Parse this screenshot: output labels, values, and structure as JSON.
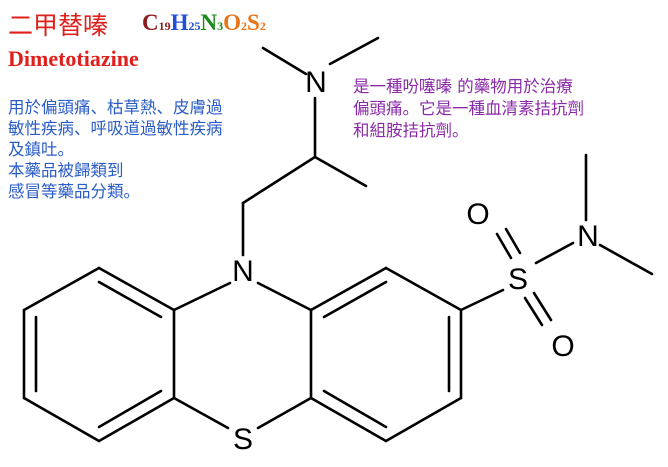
{
  "name_cn": "二甲替嗪",
  "name_en": "Dimetotiazine",
  "formula": [
    {
      "el": "C",
      "n": "19",
      "color": "#8b1a1a"
    },
    {
      "el": "H",
      "n": "25",
      "color": "#1f4fd6"
    },
    {
      "el": "N",
      "n": "3",
      "color": "#1d8a1d"
    },
    {
      "el": "O",
      "n": "2",
      "color": "#e8751a"
    },
    {
      "el": "S",
      "n": "2",
      "color": "#e8751a"
    }
  ],
  "desc_blue_lines": [
    "用於偏頭痛、枯草熱、皮膚過",
    "敏性疾病、呼吸道過敏性疾病",
    "及鎮吐。",
    "本藥品被歸類到",
    "感冒等藥品分類。"
  ],
  "desc_purple_lines": [
    "是一種吩噻嗪 的藥物用於治療",
    "偏頭痛。它是一種血清素拮抗劑",
    "和組胺拮抗劑。"
  ],
  "atoms": {
    "n_amine": "N",
    "n_ring": "N",
    "s_ring": "S",
    "s_sulfonyl": "S",
    "o_top": "O",
    "o_bottom": "O",
    "n_sulfonamide": "N"
  },
  "colors": {
    "title": "#e0201c",
    "blue_text": "#2a5cc7",
    "purple_text": "#8a2aa8",
    "bond": "#000000"
  }
}
